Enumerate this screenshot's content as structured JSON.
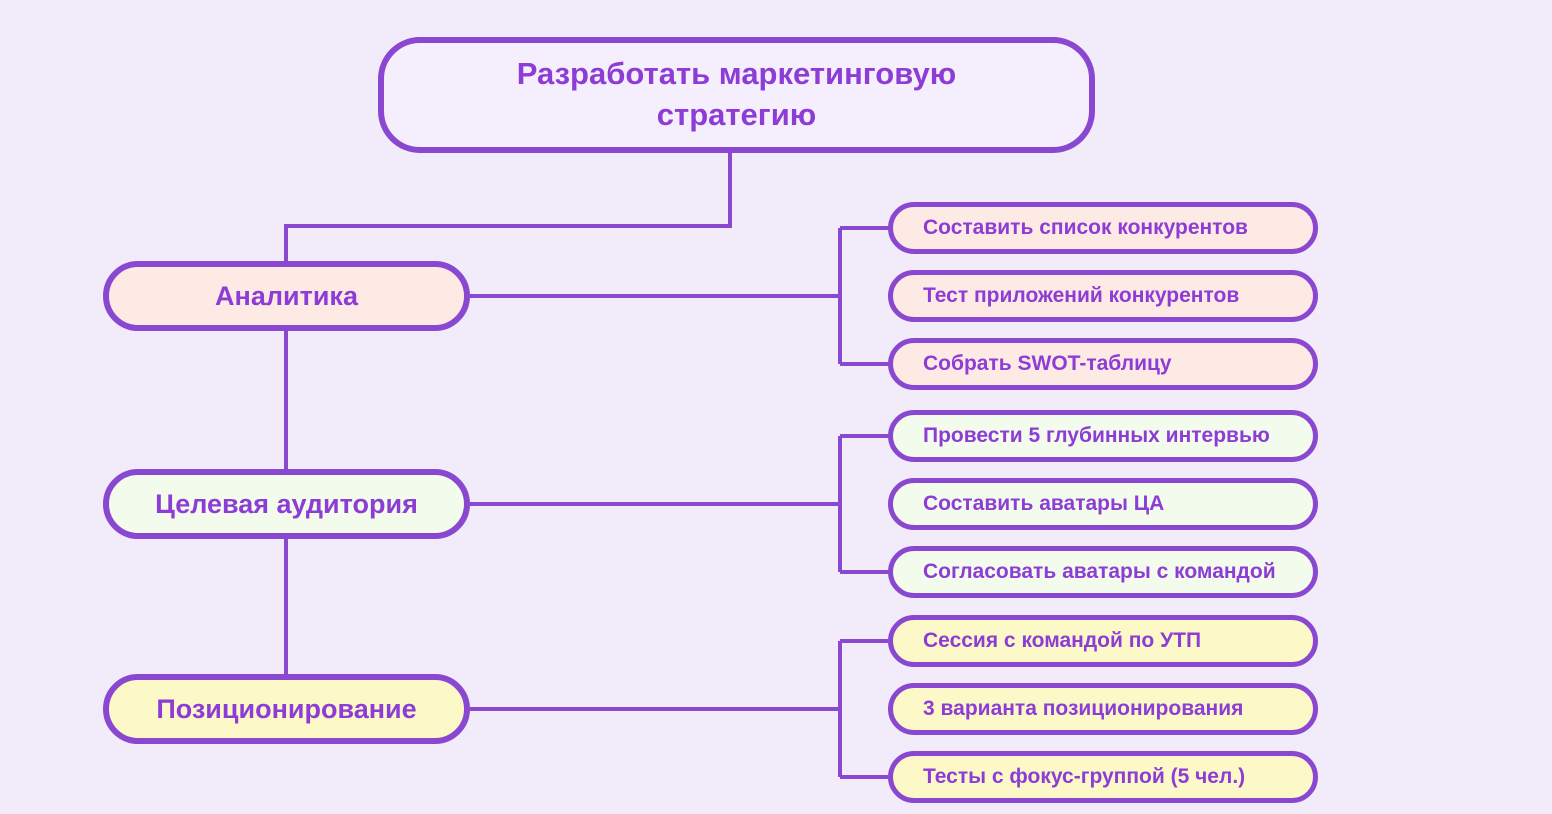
{
  "colors": {
    "background": "#f2ebfa",
    "stroke": "#8a47d0",
    "text": "#8d3cd6",
    "root_fill": "#f5eefc",
    "pink_fill": "#fdeae5",
    "mint_fill": "#f2fbec",
    "yellow_fill": "#fcf8c7"
  },
  "mindmap": {
    "root": {
      "label": "Разработать маркетинговую стратегию"
    },
    "branches": [
      {
        "label": "Аналитика",
        "fill": "#fdeae5",
        "children": [
          "Составить список конкурентов",
          "Тест приложений конкурентов",
          "Собрать SWOT-таблицу"
        ]
      },
      {
        "label": "Целевая аудитория",
        "fill": "#f2fbec",
        "children": [
          "Провести 5 глубинных интервью",
          "Составить аватары ЦА",
          "Согласовать аватары с командой"
        ]
      },
      {
        "label": "Позиционирование",
        "fill": "#fcf8c7",
        "children": [
          "Сессия с командой по УТП",
          "3 варианта позиционирования",
          "Тесты с фокус-группой (5 чел.)"
        ]
      }
    ]
  }
}
